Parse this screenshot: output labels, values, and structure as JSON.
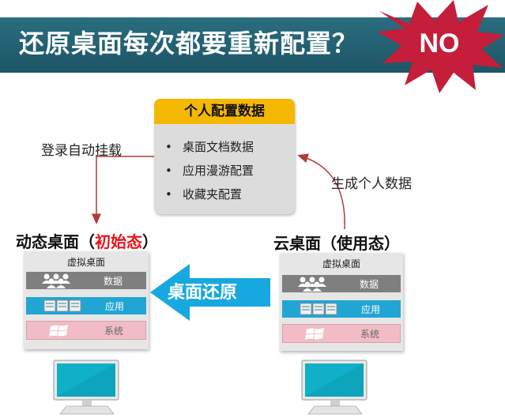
{
  "header": {
    "title": "还原桌面每次都要重新配置？",
    "stamp": "NO"
  },
  "profile": {
    "title": "个人配置数据",
    "bullet": "•",
    "items": [
      "桌面文档数据",
      "应用漫游配置",
      "收藏夹配置"
    ]
  },
  "labels": {
    "auto_mount": "登录自动挂载",
    "generate": "生成个人数据",
    "restore": "桌面还原"
  },
  "left_desktop": {
    "title_prefix": "动态桌面（",
    "title_state": "初始态",
    "title_suffix": "）",
    "virtual_label": "虚拟桌面",
    "layers": [
      "数据",
      "应用",
      "系统"
    ]
  },
  "right_desktop": {
    "title": "云桌面（使用态）",
    "virtual_label": "虚拟桌面",
    "layers": [
      "数据",
      "应用",
      "系统"
    ]
  },
  "colors": {
    "banner": "#1d5566",
    "stamp": "#c41e3a",
    "profile_header": "#f5b800",
    "profile_body": "#dcdcdc",
    "data_layer": "#7f7f7f",
    "app_layer": "#21a6d4",
    "sys_layer": "#f2bcc6",
    "restore_arrow": "#18a8e0",
    "connector": "#b03a3a",
    "highlight_text": "#e8141c"
  },
  "icons": [
    "users-icon",
    "app-windows-icon",
    "windows-logo-icon",
    "monitor-icon"
  ]
}
